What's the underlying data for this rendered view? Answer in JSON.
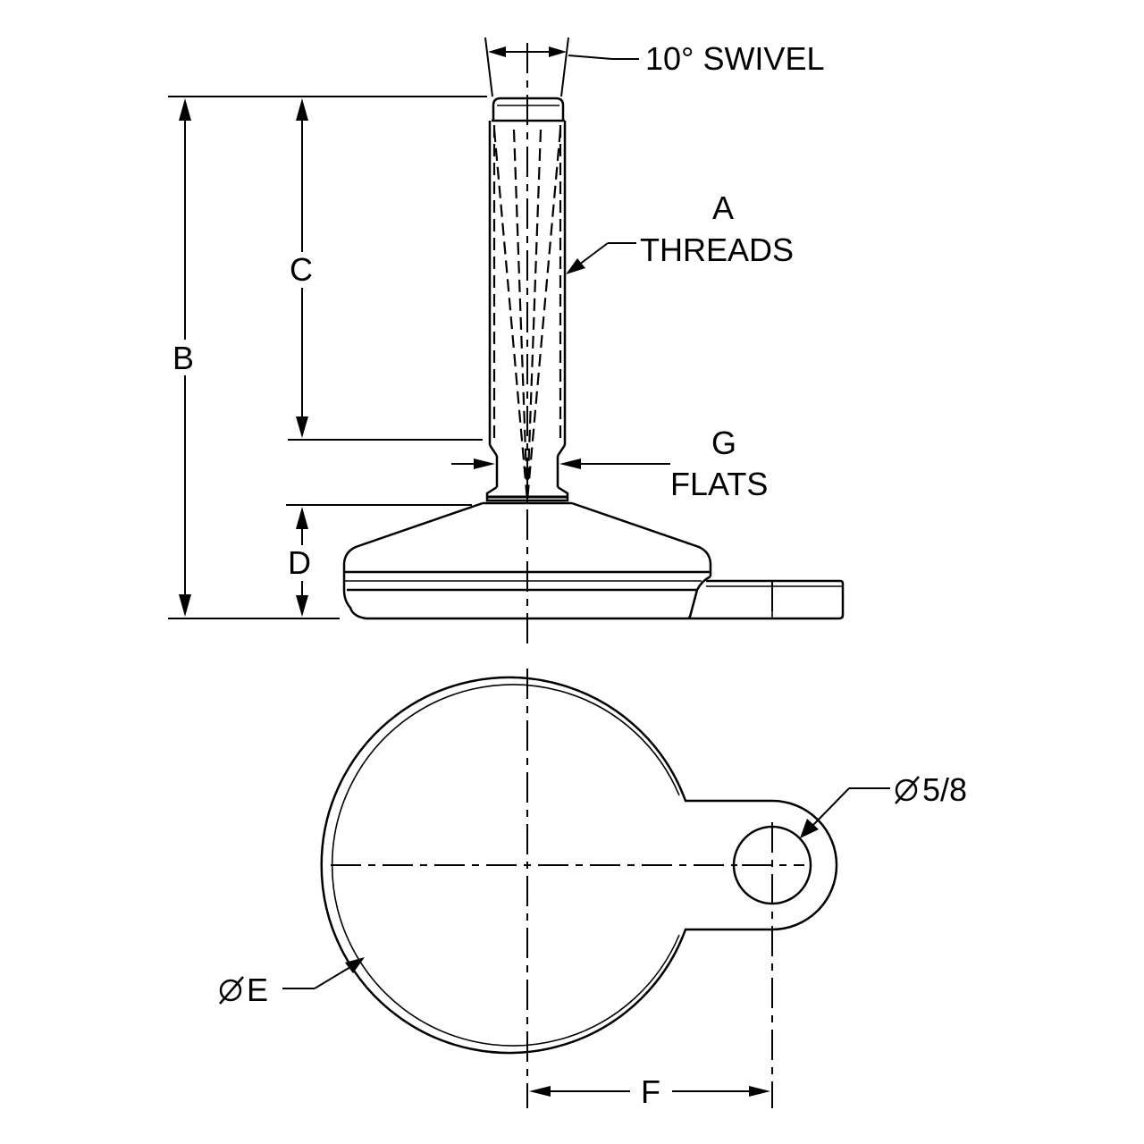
{
  "labels": {
    "swivel": "10° SWIVEL",
    "threads_letter": "A",
    "threads_text": "THREADS",
    "dim_b": "B",
    "dim_c": "C",
    "dim_d": "D",
    "flats_letter": "G",
    "flats_text": "FLATS",
    "hole_dia": "5/8",
    "dia_e": "E",
    "dim_f": "F"
  },
  "colors": {
    "ink": "#000000",
    "paper": "#ffffff"
  }
}
